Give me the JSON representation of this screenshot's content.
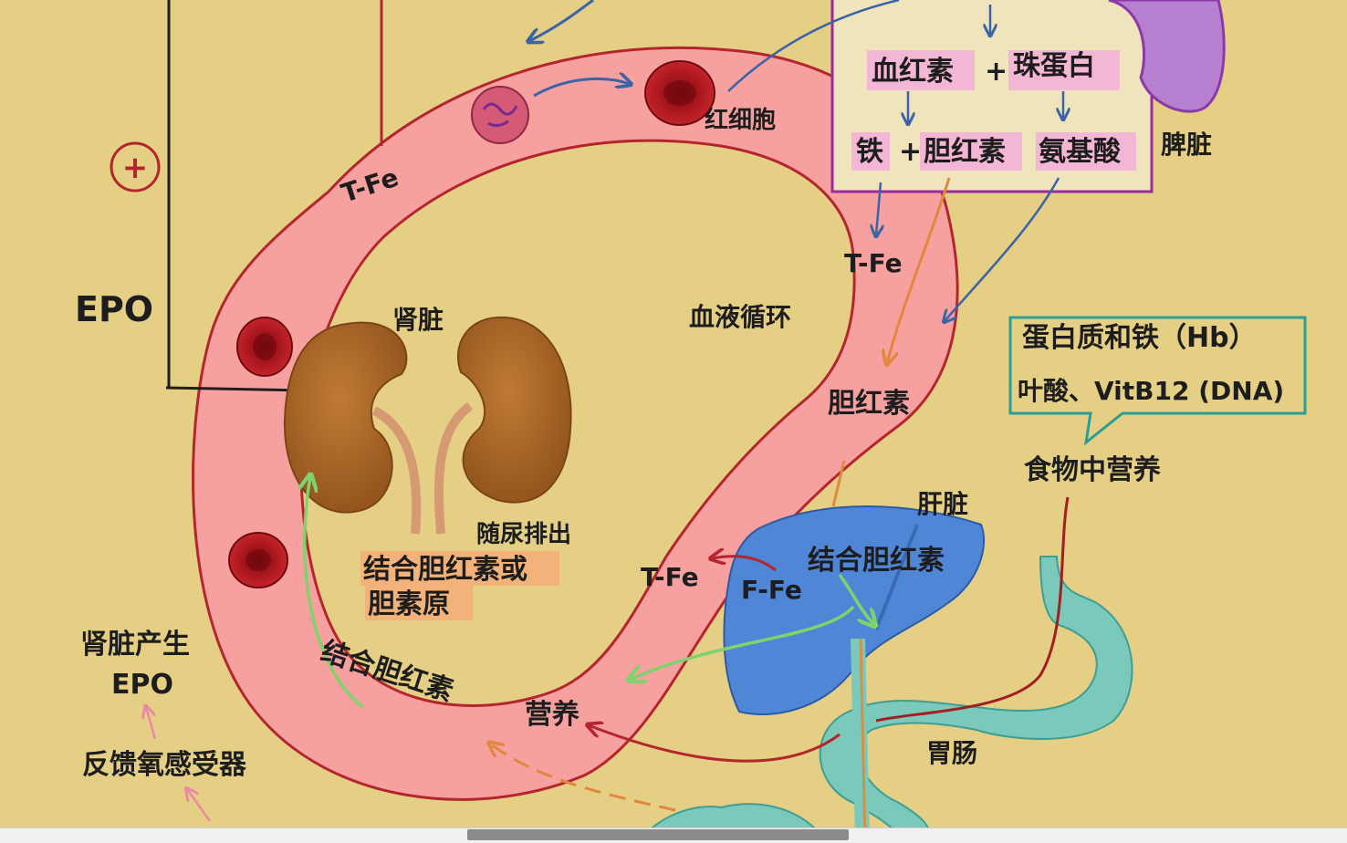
{
  "labels": {
    "hemoglobin": "血红素",
    "globin": "珠蛋白",
    "plus": "+",
    "iron": "铁",
    "bilirubin": "胆红素",
    "amino_acids": "氨基酸",
    "spleen": "脾脏",
    "red_cell": "红细胞",
    "tfe_top": "T-Fe",
    "tfe_right": "T-Fe",
    "plus_sign": "+",
    "epo": "EPO",
    "kidney": "肾脏",
    "blood_circulation": "血液循环",
    "bilirubin_right": "胆红素",
    "excretion": "随尿排出",
    "conj_line1": "结合胆红素或",
    "conj_line2": "胆素原",
    "conj_bilirubin_left": "结合胆红素",
    "nutrition": "营养",
    "liver": "肝脏",
    "conj_bilirubin_liver": "结合胆红素",
    "tfe_liver": "T-Fe",
    "ffe_liver": "F-Fe",
    "gi": "胃肠",
    "kidney_produce": "肾脏产生",
    "epo_bottom": "EPO",
    "feedback": "反馈氧感受器",
    "food_nutrition": "食物中营养"
  },
  "callout": {
    "line1": "蛋白质和铁（Hb）",
    "line2": "叶酸、VitB12 (DNA)"
  },
  "colors": {
    "background": "#e5cf84",
    "vessel_fill": "#f7a0a0",
    "vessel_stroke": "#b3262e",
    "kidney": "#a25f22",
    "liver": "#4f86d6",
    "gi": "#7ac9bb",
    "spleen": "#b77fd0",
    "box_border": "#9a2aa0",
    "callout_border": "#2a9e94",
    "arrow_blue": "#3b63a8",
    "arrow_orange": "#e0883e",
    "arrow_green": "#7fd36c",
    "arrow_red": "#b3262e",
    "arrow_pink": "#e98aa4"
  }
}
